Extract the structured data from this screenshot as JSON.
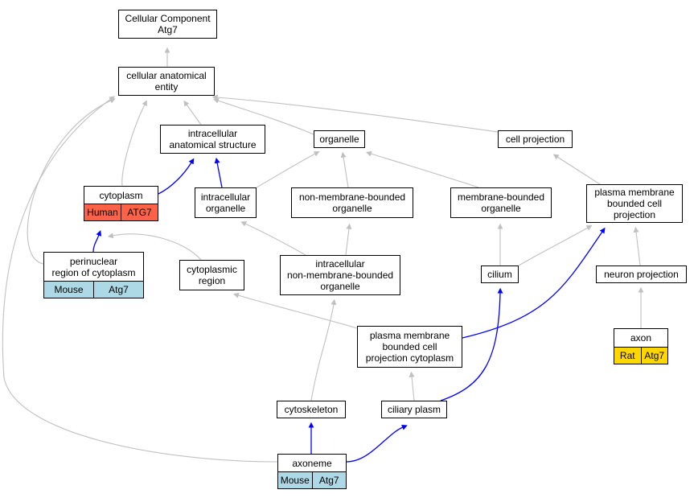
{
  "nodes": {
    "root": {
      "lines": [
        "Cellular Component",
        "Atg7"
      ]
    },
    "cae": {
      "lines": [
        "cellular anatomical",
        "entity"
      ]
    },
    "ias": {
      "lines": [
        "intracellular",
        "anatomical structure"
      ]
    },
    "organelle": {
      "lines": [
        "organelle"
      ]
    },
    "cellproj": {
      "lines": [
        "cell projection"
      ]
    },
    "cytoplasm": {
      "lines": [
        "cytoplasm"
      ],
      "annotation": {
        "species": "Human",
        "gene": "ATG7",
        "color": "#ff6347"
      }
    },
    "intraorg": {
      "lines": [
        "intracellular",
        "organelle"
      ]
    },
    "nmbo": {
      "lines": [
        "non-membrane-bounded",
        "organelle"
      ]
    },
    "mbo": {
      "lines": [
        "membrane-bounded",
        "organelle"
      ]
    },
    "pmbcp": {
      "lines": [
        "plasma membrane",
        "bounded cell",
        "projection"
      ]
    },
    "perinuc": {
      "lines": [
        "perinuclear",
        "region of cytoplasm"
      ],
      "annotation": {
        "species": "Mouse",
        "gene": "Atg7",
        "color": "#add8e6"
      }
    },
    "cytoreg": {
      "lines": [
        "cytoplasmic",
        "region"
      ]
    },
    "inmbo": {
      "lines": [
        "intracellular",
        "non-membrane-bounded",
        "organelle"
      ]
    },
    "cilium": {
      "lines": [
        "cilium"
      ]
    },
    "neuronproj": {
      "lines": [
        "neuron projection"
      ]
    },
    "pmbcpc": {
      "lines": [
        "plasma membrane",
        "bounded cell",
        "projection cytoplasm"
      ]
    },
    "axon": {
      "lines": [
        "axon"
      ],
      "annotation": {
        "species": "Rat",
        "gene": "Atg7",
        "color": "#ffd700"
      }
    },
    "cytoskeleton": {
      "lines": [
        "cytoskeleton"
      ]
    },
    "ciliaryplasm": {
      "lines": [
        "ciliary plasm"
      ]
    },
    "axoneme": {
      "lines": [
        "axoneme"
      ],
      "annotation": {
        "species": "Mouse",
        "gene": "Atg7",
        "color": "#add8e6"
      }
    }
  },
  "edges": [
    {
      "from": "cae",
      "to": "root",
      "kind": "is_a"
    },
    {
      "from": "ias",
      "to": "cae",
      "kind": "is_a"
    },
    {
      "from": "organelle",
      "to": "cae",
      "kind": "is_a"
    },
    {
      "from": "cellproj",
      "to": "cae",
      "kind": "is_a"
    },
    {
      "from": "cytoplasm",
      "to": "cae",
      "kind": "is_a"
    },
    {
      "from": "perinuc",
      "to": "cae",
      "kind": "is_a"
    },
    {
      "from": "axoneme",
      "to": "cae",
      "kind": "is_a"
    },
    {
      "from": "cytoplasm",
      "to": "ias",
      "kind": "part_of"
    },
    {
      "from": "intraorg",
      "to": "ias",
      "kind": "part_of"
    },
    {
      "from": "intraorg",
      "to": "organelle",
      "kind": "is_a"
    },
    {
      "from": "nmbo",
      "to": "organelle",
      "kind": "is_a"
    },
    {
      "from": "mbo",
      "to": "organelle",
      "kind": "is_a"
    },
    {
      "from": "pmbcp",
      "to": "cellproj",
      "kind": "is_a"
    },
    {
      "from": "perinuc",
      "to": "cytoplasm",
      "kind": "part_of"
    },
    {
      "from": "cytoreg",
      "to": "cytoplasm",
      "kind": "is_a"
    },
    {
      "from": "inmbo",
      "to": "intraorg",
      "kind": "is_a"
    },
    {
      "from": "inmbo",
      "to": "nmbo",
      "kind": "is_a"
    },
    {
      "from": "cilium",
      "to": "mbo",
      "kind": "is_a"
    },
    {
      "from": "cilium",
      "to": "pmbcp",
      "kind": "is_a"
    },
    {
      "from": "neuronproj",
      "to": "pmbcp",
      "kind": "is_a"
    },
    {
      "from": "pmbcpc",
      "to": "pmbcp",
      "kind": "part_of"
    },
    {
      "from": "pmbcpc",
      "to": "cytoreg",
      "kind": "is_a"
    },
    {
      "from": "axon",
      "to": "neuronproj",
      "kind": "is_a"
    },
    {
      "from": "ciliaryplasm",
      "to": "pmbcpc",
      "kind": "is_a"
    },
    {
      "from": "ciliaryplasm",
      "to": "cilium",
      "kind": "part_of"
    },
    {
      "from": "cytoskeleton",
      "to": "inmbo",
      "kind": "is_a"
    },
    {
      "from": "axoneme",
      "to": "cytoskeleton",
      "kind": "part_of"
    },
    {
      "from": "axoneme",
      "to": "ciliaryplasm",
      "kind": "part_of"
    }
  ],
  "colors": {
    "is_a": "#c0c0c0",
    "part_of": "#0000ff"
  }
}
